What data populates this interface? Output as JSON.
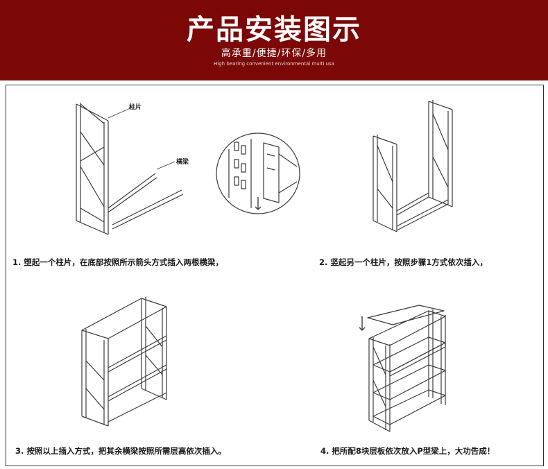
{
  "header": {
    "title": "产品安装图示",
    "subtitle": "高承重/便捷/环保/多用",
    "english": "High bearing convenient environmental multi usa"
  },
  "labels": {
    "column": "柱片",
    "beam": "横梁"
  },
  "steps": [
    {
      "text": "1. 塑起一个柱片，在底部按照所示箭头方式插入两根横梁，"
    },
    {
      "text": "2. 竖起另一个柱片，按照步骤1方式依次插入，"
    },
    {
      "text": "3. 按照以上插入方式，把其余横梁按照所需层高依次插入。"
    },
    {
      "text": "4. 把所配8块层板依次放入P型梁上，大功告成！"
    }
  ],
  "colors": {
    "banner": "#7b0707",
    "line": "#3a3a3a"
  }
}
